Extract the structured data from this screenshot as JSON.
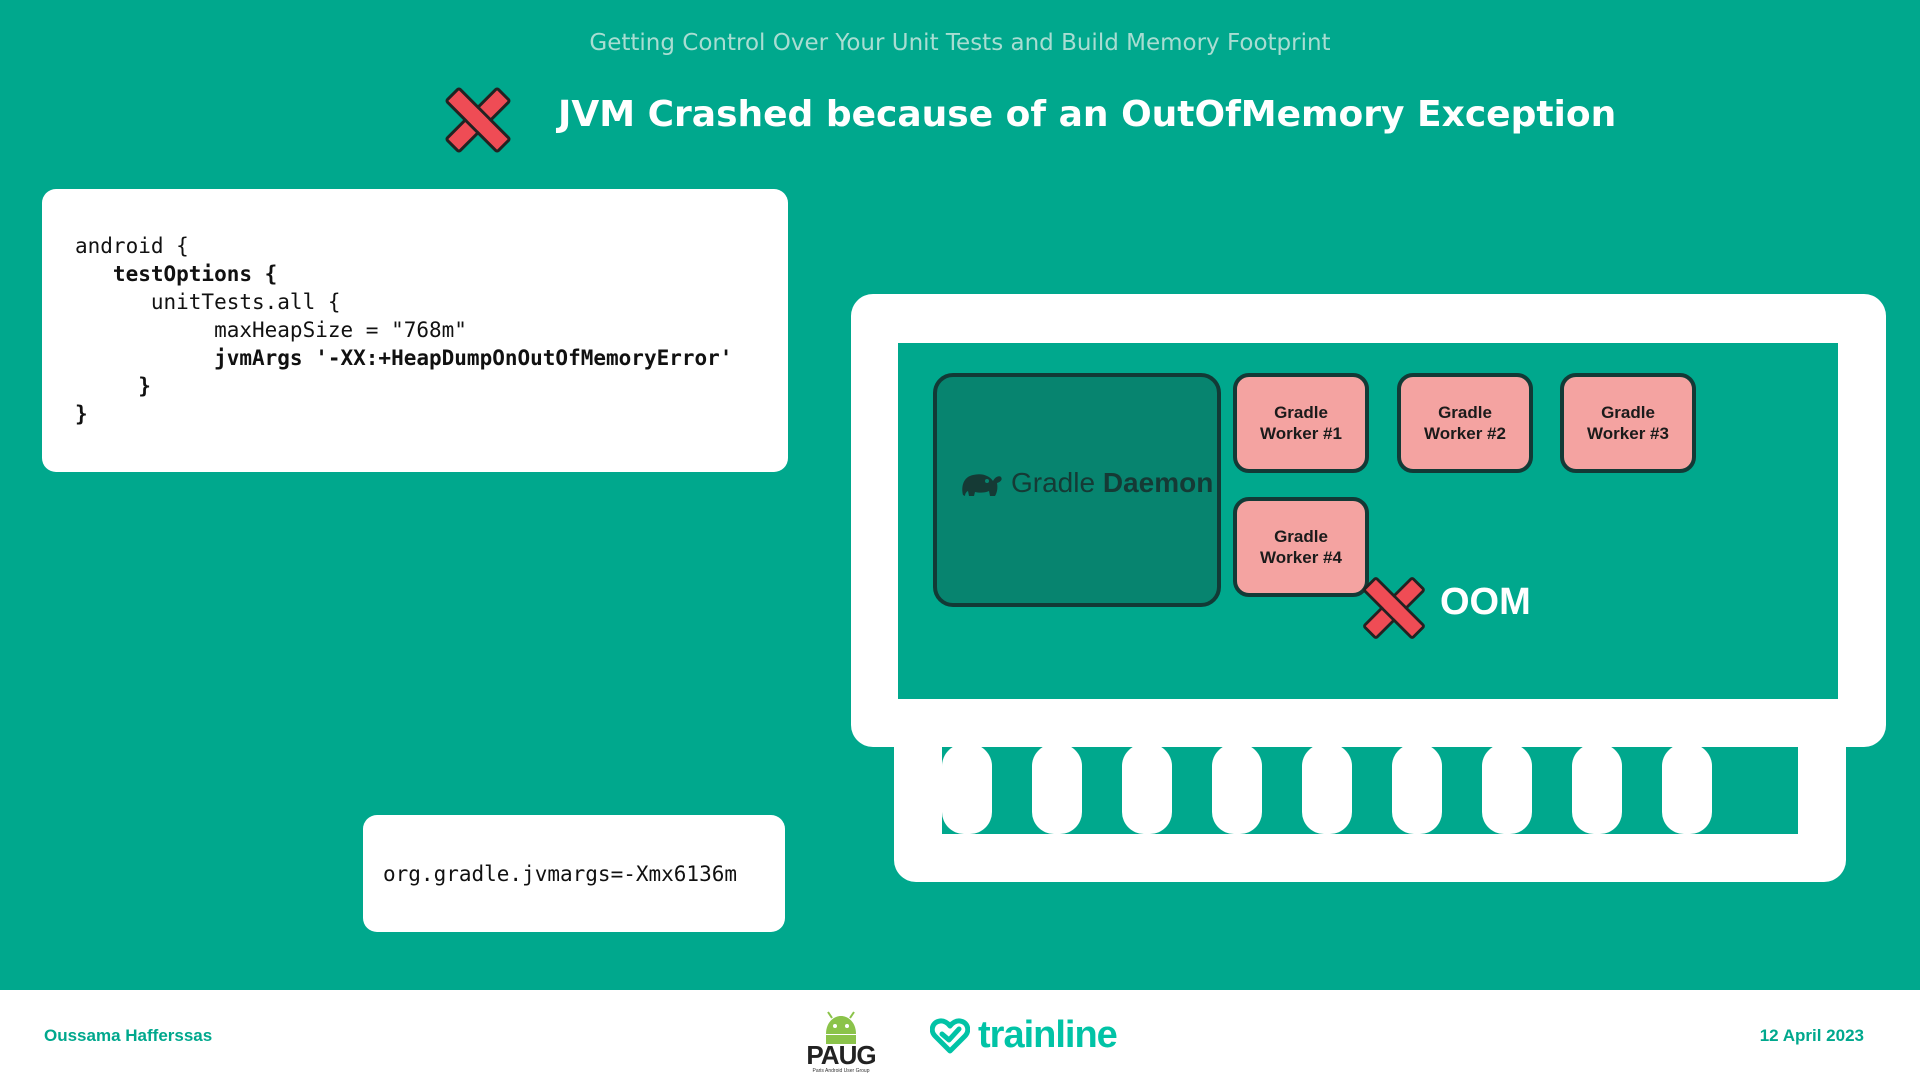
{
  "slide": {
    "subtitle": "Getting Control Over Your Unit Tests and Build Memory Footprint",
    "title": "JVM Crashed because of an OutOfMemory Exception",
    "status_icon": "red-x-icon"
  },
  "code_main": {
    "lines": [
      "android {",
      "   testOptions {",
      "      unitTests.all {",
      "           maxHeapSize = \"768m\"",
      "           jvmArgs '-XX:+HeapDumpOnOutOfMemoryError'",
      "     }",
      "}"
    ]
  },
  "code_props": {
    "line": "org.gradle.jvmargs=-Xmx6136m"
  },
  "diagram": {
    "daemon_word1": "Gradle",
    "daemon_word2": "Daemon",
    "workers": [
      "Gradle\nWorker #1",
      "Gradle\nWorker #2",
      "Gradle\nWorker #3",
      "Gradle\nWorker #4"
    ],
    "oom_label": "OOM"
  },
  "footer": {
    "presenter": "Oussama Hafferssas",
    "paug": "PAUG",
    "paug_sub": "Paris Android User Group",
    "sponsor": "trainline",
    "date": "12 April 2023"
  },
  "colors": {
    "background": "#00a88d",
    "worker": "#f4a3a1",
    "cross": "#ef4c55",
    "brand": "#01c3a6"
  }
}
